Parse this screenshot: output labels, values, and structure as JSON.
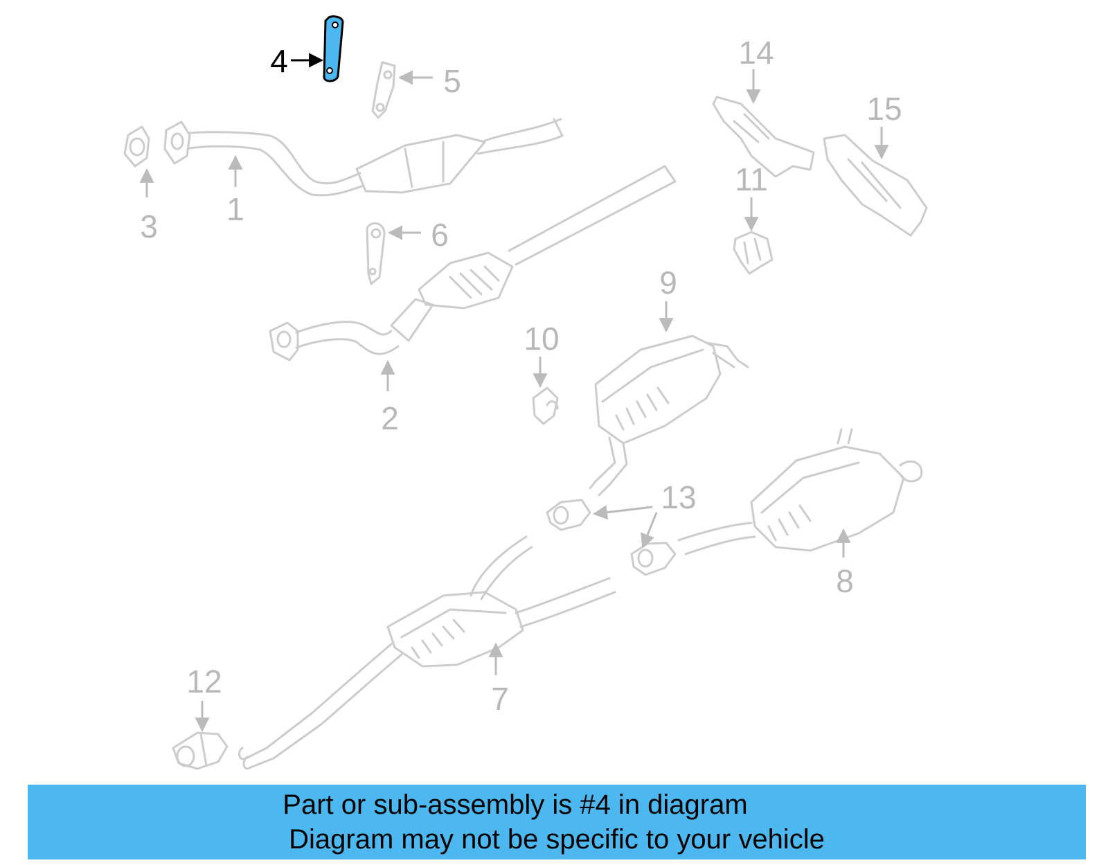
{
  "colors": {
    "part_outline": "#cccccc",
    "part_label": "#b8b8b8",
    "highlight_fill": "#4db8f0",
    "highlight_label": "#000000",
    "banner_background": "#4db8f0",
    "banner_text": "#000000"
  },
  "diagram": {
    "highlighted_part": "4",
    "callouts": [
      {
        "id": "1",
        "label": "1",
        "highlighted": false
      },
      {
        "id": "2",
        "label": "2",
        "highlighted": false
      },
      {
        "id": "3",
        "label": "3",
        "highlighted": false
      },
      {
        "id": "4",
        "label": "4",
        "highlighted": true
      },
      {
        "id": "5",
        "label": "5",
        "highlighted": false
      },
      {
        "id": "6",
        "label": "6",
        "highlighted": false
      },
      {
        "id": "7",
        "label": "7",
        "highlighted": false
      },
      {
        "id": "8",
        "label": "8",
        "highlighted": false
      },
      {
        "id": "9",
        "label": "9",
        "highlighted": false
      },
      {
        "id": "10",
        "label": "10",
        "highlighted": false
      },
      {
        "id": "11",
        "label": "11",
        "highlighted": false
      },
      {
        "id": "12",
        "label": "12",
        "highlighted": false
      },
      {
        "id": "13",
        "label": "13",
        "highlighted": false
      },
      {
        "id": "14",
        "label": "14",
        "highlighted": false
      },
      {
        "id": "15",
        "label": "15",
        "highlighted": false
      }
    ]
  },
  "banner": {
    "line1": "Part or sub-assembly is #4 in diagram",
    "line2": "Diagram may not be specific to your vehicle"
  }
}
